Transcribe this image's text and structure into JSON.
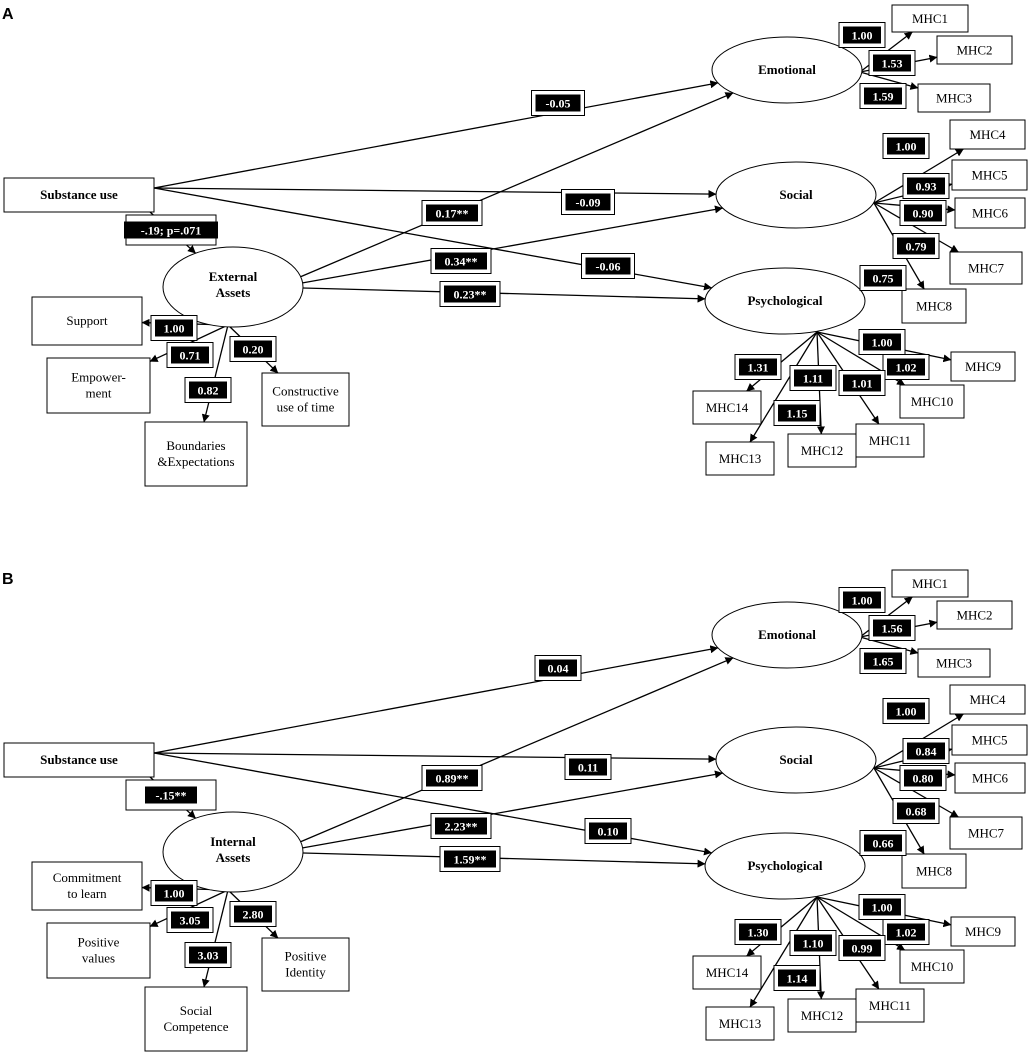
{
  "panels": [
    {
      "label": "A",
      "predictor": "Substance use",
      "mediator": [
        "External",
        "Assets"
      ],
      "outcomes": {
        "emotional": "Emotional",
        "social": "Social",
        "psychological": "Psychological"
      },
      "asset_indicators": [
        {
          "text": [
            "Support"
          ],
          "loading": "1.00"
        },
        {
          "text": [
            "Empower-",
            "ment"
          ],
          "loading": "0.71"
        },
        {
          "text": [
            "Boundaries",
            "&Expectations"
          ],
          "loading": "0.82"
        },
        {
          "text": [
            "Constructive",
            "use of time"
          ],
          "loading": "0.20"
        }
      ],
      "paths": {
        "predictor_to_mediator": "-.19; p=.071",
        "predictor_to_emotional": "-0.05",
        "predictor_to_social": "-0.09",
        "predictor_to_psychological": "-0.06",
        "mediator_to_emotional": "0.17**",
        "mediator_to_social": "0.34**",
        "mediator_to_psychological": "0.23**"
      },
      "mhc": {
        "names": [
          "MHC1",
          "MHC2",
          "MHC3",
          "MHC4",
          "MHC5",
          "MHC6",
          "MHC7",
          "MHC8",
          "MHC9",
          "MHC10",
          "MHC11",
          "MHC12",
          "MHC13",
          "MHC14"
        ],
        "loadings": [
          "1.00",
          "1.53",
          "1.59",
          "1.00",
          "0.93",
          "0.90",
          "0.79",
          "0.75",
          "1.00",
          "1.02",
          "1.01",
          "1.11",
          "1.15",
          "1.31"
        ]
      }
    },
    {
      "label": "B",
      "predictor": "Substance use",
      "mediator": [
        "Internal",
        "Assets"
      ],
      "outcomes": {
        "emotional": "Emotional",
        "social": "Social",
        "psychological": "Psychological"
      },
      "asset_indicators": [
        {
          "text": [
            "Commitment",
            "to learn"
          ],
          "loading": "1.00"
        },
        {
          "text": [
            "Positive",
            "values"
          ],
          "loading": "3.05"
        },
        {
          "text": [
            "Social",
            "Competence"
          ],
          "loading": "3.03"
        },
        {
          "text": [
            "Positive",
            "Identity"
          ],
          "loading": "2.80"
        }
      ],
      "paths": {
        "predictor_to_mediator": "-.15**",
        "predictor_to_emotional": "0.04",
        "predictor_to_social": "0.11",
        "predictor_to_psychological": "0.10",
        "mediator_to_emotional": "0.89**",
        "mediator_to_social": "2.23**",
        "mediator_to_psychological": "1.59**"
      },
      "mhc": {
        "names": [
          "MHC1",
          "MHC2",
          "MHC3",
          "MHC4",
          "MHC5",
          "MHC6",
          "MHC7",
          "MHC8",
          "MHC9",
          "MHC10",
          "MHC11",
          "MHC12",
          "MHC13",
          "MHC14"
        ],
        "loadings": [
          "1.00",
          "1.56",
          "1.65",
          "1.00",
          "0.84",
          "0.80",
          "0.68",
          "0.66",
          "1.00",
          "1.02",
          "0.99",
          "1.10",
          "1.14",
          "1.30"
        ]
      }
    }
  ]
}
